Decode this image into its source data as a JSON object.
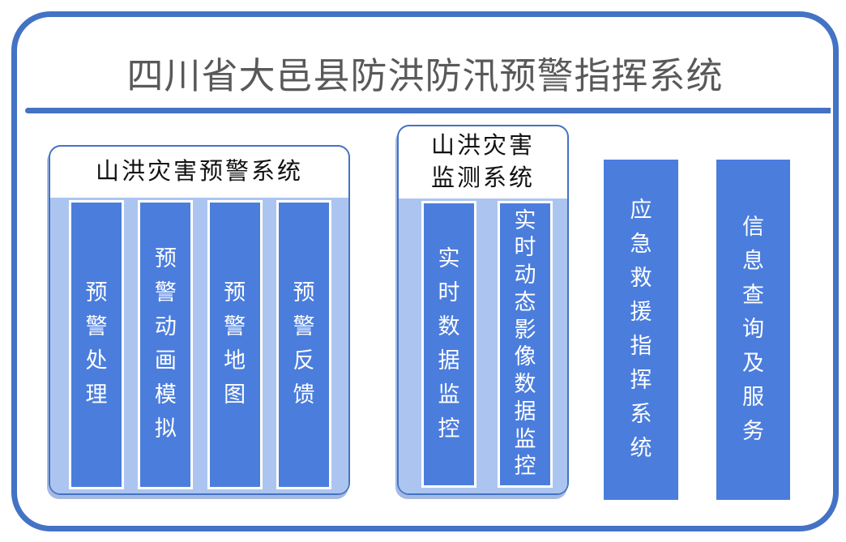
{
  "title": "四川省大邑县防洪防汛预警指挥系统",
  "groups": [
    {
      "header": "山洪灾害预警系统",
      "bars": [
        "预警处理",
        "预警动画模拟",
        "预警地图",
        "预警反馈"
      ]
    },
    {
      "header": "山洪灾害\n监测系统",
      "bars": [
        "实时数据监控",
        "实时动态影像数据监控"
      ]
    }
  ],
  "standalone_systems": [
    "应急救援指挥系统",
    "信息查询及服务"
  ],
  "colors": {
    "frame_border": "#4472C4",
    "bar_fill": "#4B7DDD",
    "panel_fill": "#ACC5F0",
    "title_text": "#595959",
    "bar_text": "#FFFFFF",
    "header_text": "#111111"
  }
}
